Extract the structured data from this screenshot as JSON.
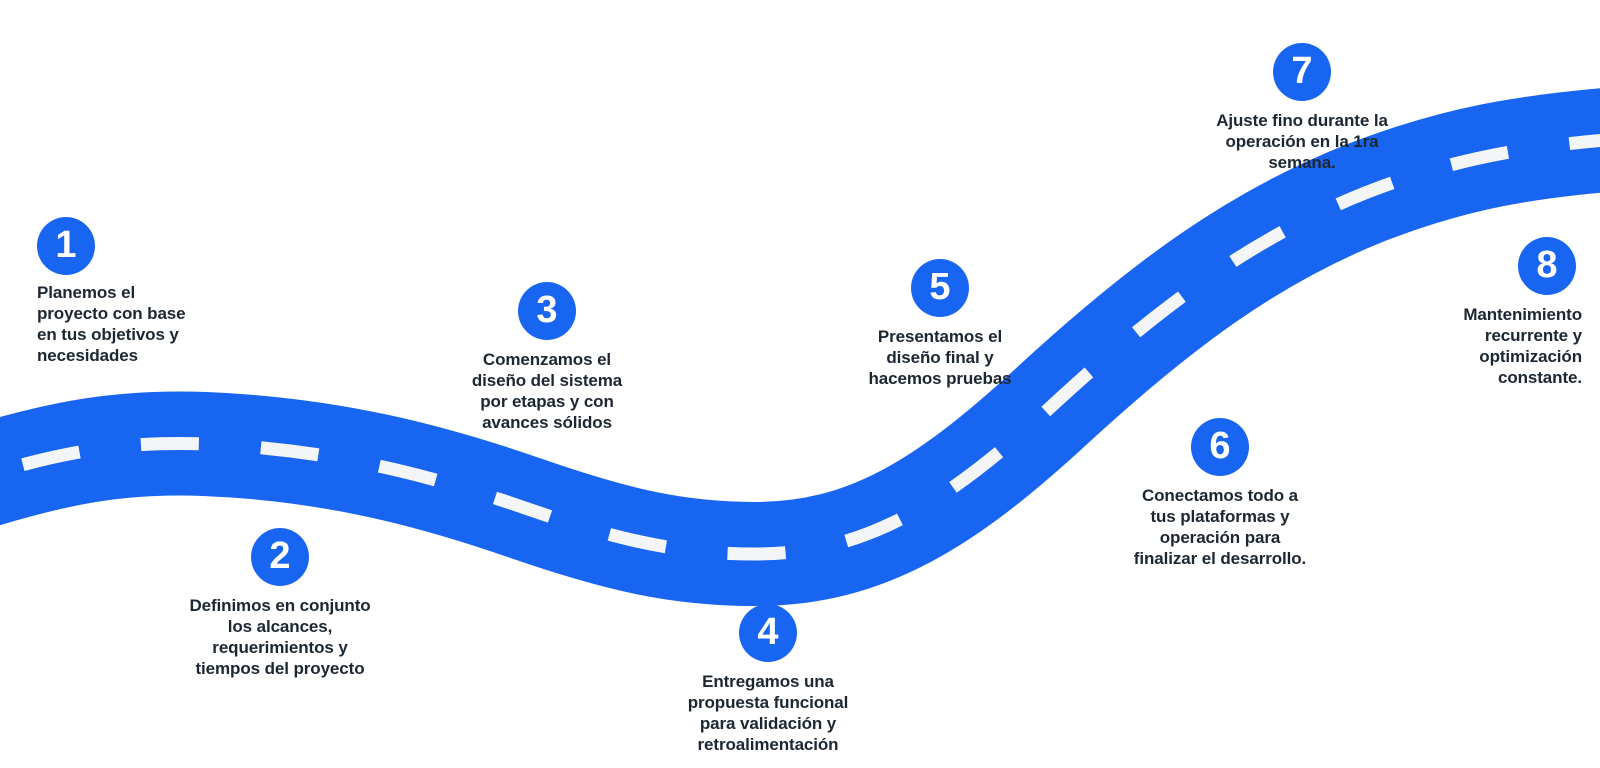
{
  "theme": {
    "accent_blue": "#1865F2",
    "road_blue": "#1865F2",
    "dash_white": "#F4F5F6",
    "text_dark": "#1D2733",
    "number_white": "#FFFFFF",
    "background": "#FFFFFF"
  },
  "roadmap": {
    "steps": [
      {
        "number": "1",
        "description": "Planemos el\nproyecto con base\nen tus objetivos y\nnecesidades"
      },
      {
        "number": "2",
        "description": "Definimos en conjunto\nlos alcances,\nrequerimientos y\ntiempos del proyecto"
      },
      {
        "number": "3",
        "description": "Comenzamos el\ndiseño del sistema\npor etapas y con\navances sólidos"
      },
      {
        "number": "4",
        "description": "Entregamos una\npropuesta funcional\npara validación y\nretroalimentación"
      },
      {
        "number": "5",
        "description": "Presentamos el\ndiseño final y\nhacemos pruebas"
      },
      {
        "number": "6",
        "description": "Conectamos todo a\ntus plataformas y\noperación para\nfinalizar el desarrollo."
      },
      {
        "number": "7",
        "description": "Ajuste fino durante la\noperación en la 1ra\nsemana."
      },
      {
        "number": "8",
        "description": "Mantenimiento\nrecurrente y\noptimización\nconstante."
      }
    ]
  }
}
